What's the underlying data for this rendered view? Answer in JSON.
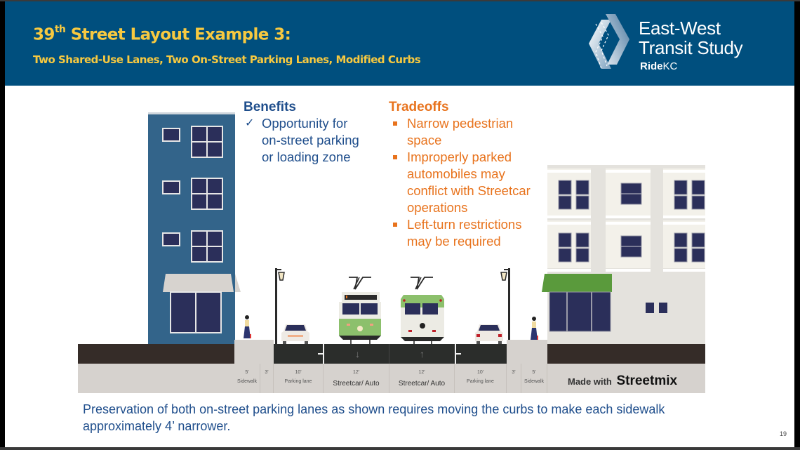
{
  "header": {
    "title_prefix": "39",
    "title_sup": "th",
    "title_rest": " Street Layout Example 3:",
    "subtitle": "Two Shared-Use Lanes, Two On-Street Parking Lanes, Modified Curbs",
    "colors": {
      "band": "#004f7e",
      "title": "#f7c940"
    }
  },
  "logo": {
    "line1": "East-West",
    "line2": "Transit Study",
    "brand_bold": "Ride",
    "brand_rest": "KC",
    "icon": "chevron-arrows-icon"
  },
  "benefits": {
    "heading": "Benefits",
    "color": "#1f4e8c",
    "items": [
      {
        "icon": "checkmark-icon",
        "symbol": "✓",
        "lines": [
          "Opportunity for",
          "on-street parking",
          "or loading zone"
        ]
      }
    ]
  },
  "tradeoffs": {
    "heading": "Tradeoffs",
    "color": "#e8731d",
    "items": [
      {
        "lines": [
          "Narrow pedestrian",
          "space"
        ]
      },
      {
        "lines": [
          "Improperly parked",
          "automobiles may",
          "conflict with Streetcar",
          "operations"
        ]
      },
      {
        "lines": [
          "Left-turn restrictions",
          "may be required"
        ]
      }
    ]
  },
  "street_section": {
    "segments": [
      {
        "width": "5'",
        "name": "Sidewalk"
      },
      {
        "width": "3'",
        "name": ""
      },
      {
        "width": "10'",
        "name": "Parking lane"
      },
      {
        "width": "12'",
        "name": "Streetcar/ Auto"
      },
      {
        "width": "12'",
        "name": "Streetcar/ Auto"
      },
      {
        "width": "10'",
        "name": "Parking lane"
      },
      {
        "width": "3'",
        "name": ""
      },
      {
        "width": "5'",
        "name": "Sidewalk"
      }
    ],
    "credit_prefix": "Made with",
    "credit_brand": "Streetmix",
    "lane_arrows": [
      "down-arrow-icon",
      "up-arrow-icon"
    ]
  },
  "footer": {
    "text": "Preservation of both on-street parking lanes as shown requires moving the curbs to make each sidewalk approximately 4’ narrower.",
    "page_number": "19"
  }
}
